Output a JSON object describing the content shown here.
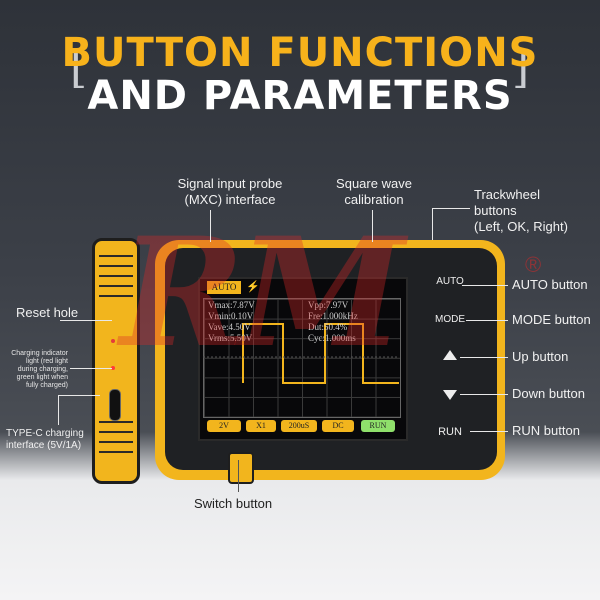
{
  "header": {
    "line1": "BUTTON FUNCTIONS",
    "line2": "AND PARAMETERS",
    "bracket_left": "[",
    "bracket_right": "]"
  },
  "colors": {
    "accent": "#f7b21b",
    "device": "#f2b51d",
    "run": "#8fe06b",
    "watermark": "#dc2828"
  },
  "watermark": {
    "text": "RM",
    "registered": "®"
  },
  "callouts": {
    "signal_probe": "Signal input probe\n(MXC) interface",
    "square_wave": "Square wave\ncalibration",
    "trackwheel": "Trackwheel\nbuttons\n(Left, OK, Right)",
    "auto": "AUTO button",
    "mode": "MODE button",
    "up": "Up button",
    "down": "Down button",
    "run": "RUN button",
    "reset": "Reset hole",
    "charging_indicator": "Charging indicator\nlight (red light\nduring charging,\ngreen light when\nfully charged)",
    "typec": "TYPE-C charging\ninterface (5V/1A)",
    "switch": "Switch button"
  },
  "device": {
    "screen": {
      "mode_tab": "AUTO",
      "bolt_icon": "lightning-icon",
      "measurements_left": [
        "Vmax:7.87V",
        "Vmin:0.10V",
        "Vave:4.50V",
        "Vrms:5.50V"
      ],
      "measurements_right": [
        "Vpp:7.97V",
        "Fre:1.000kHz",
        "Dut:50.4%",
        "Cyc:1.000ms"
      ],
      "status_bar": [
        "2V",
        "X1",
        "200uS",
        "DC",
        "RUN"
      ]
    },
    "buttons": {
      "auto": "AUTO",
      "mode": "MODE",
      "run": "RUN",
      "up_icon": "triangle-up-icon",
      "down_icon": "triangle-down-icon"
    }
  }
}
